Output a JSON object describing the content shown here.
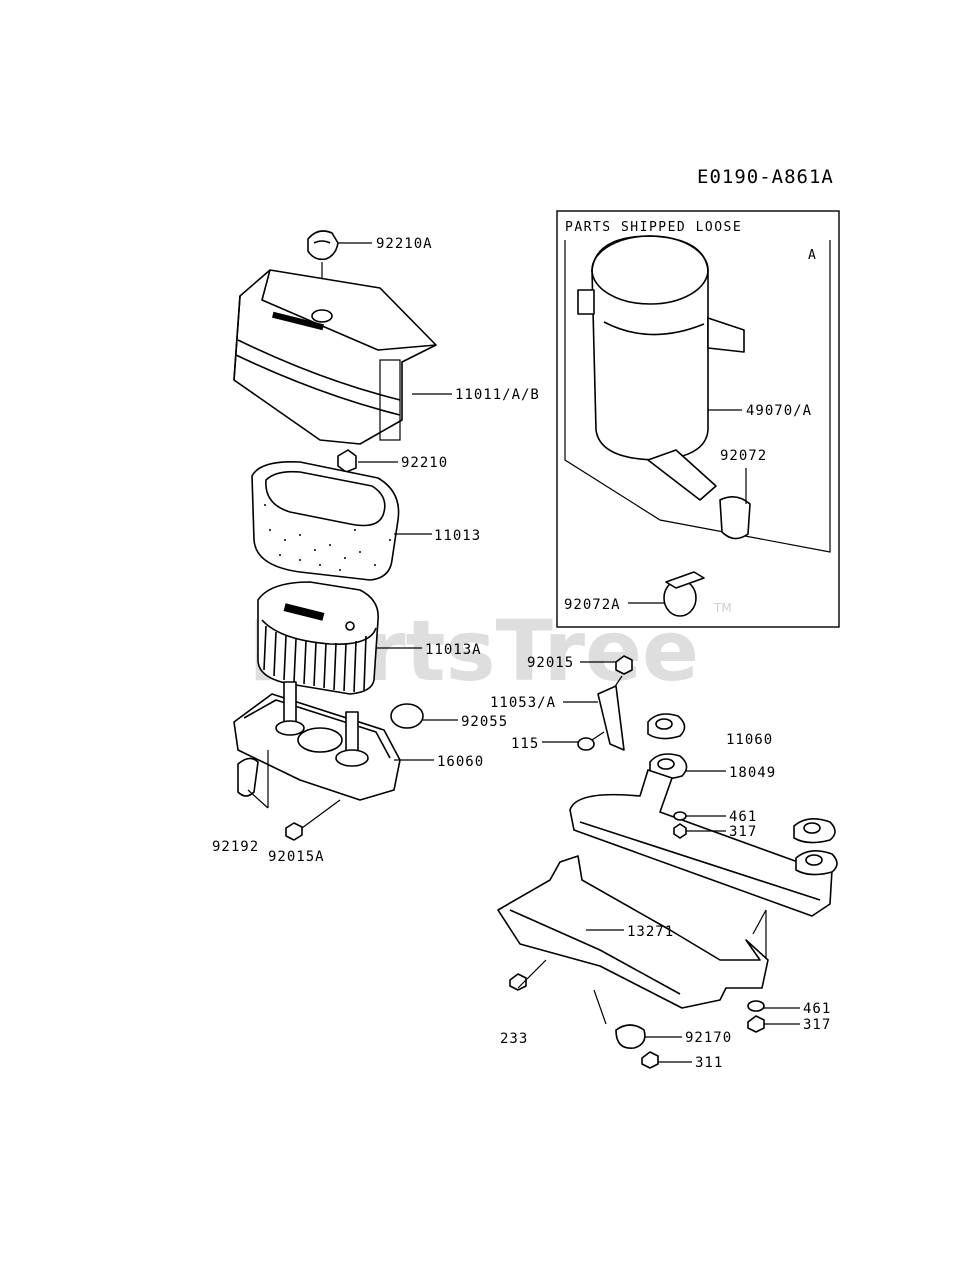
{
  "diagram_code": "E0190-A861A",
  "box_title": "PARTS SHIPPED LOOSE",
  "box_marker": "A",
  "watermark": "PartsTree",
  "watermark_tm": "TM",
  "callouts": [
    {
      "id": "p92210A",
      "text": "92210A"
    },
    {
      "id": "p11011",
      "text": "11011/A/B"
    },
    {
      "id": "p92210",
      "text": "92210"
    },
    {
      "id": "p11013",
      "text": "11013"
    },
    {
      "id": "p11013A",
      "text": "11013A"
    },
    {
      "id": "p92055",
      "text": "92055"
    },
    {
      "id": "p16060",
      "text": "16060"
    },
    {
      "id": "p92192",
      "text": "92192"
    },
    {
      "id": "p92015A",
      "text": "92015A"
    },
    {
      "id": "p49070",
      "text": "49070/A"
    },
    {
      "id": "p92072",
      "text": "92072"
    },
    {
      "id": "p92072A",
      "text": "92072A"
    },
    {
      "id": "p92015",
      "text": "92015"
    },
    {
      "id": "p11053",
      "text": "11053/A"
    },
    {
      "id": "p115",
      "text": "115"
    },
    {
      "id": "p11060",
      "text": "11060"
    },
    {
      "id": "p18049",
      "text": "18049"
    },
    {
      "id": "p461a",
      "text": "461"
    },
    {
      "id": "p317a",
      "text": "317"
    },
    {
      "id": "p13271",
      "text": "13271"
    },
    {
      "id": "p461b",
      "text": "461"
    },
    {
      "id": "p317b",
      "text": "317"
    },
    {
      "id": "p233",
      "text": "233"
    },
    {
      "id": "p92170",
      "text": "92170"
    },
    {
      "id": "p311",
      "text": "311"
    }
  ]
}
